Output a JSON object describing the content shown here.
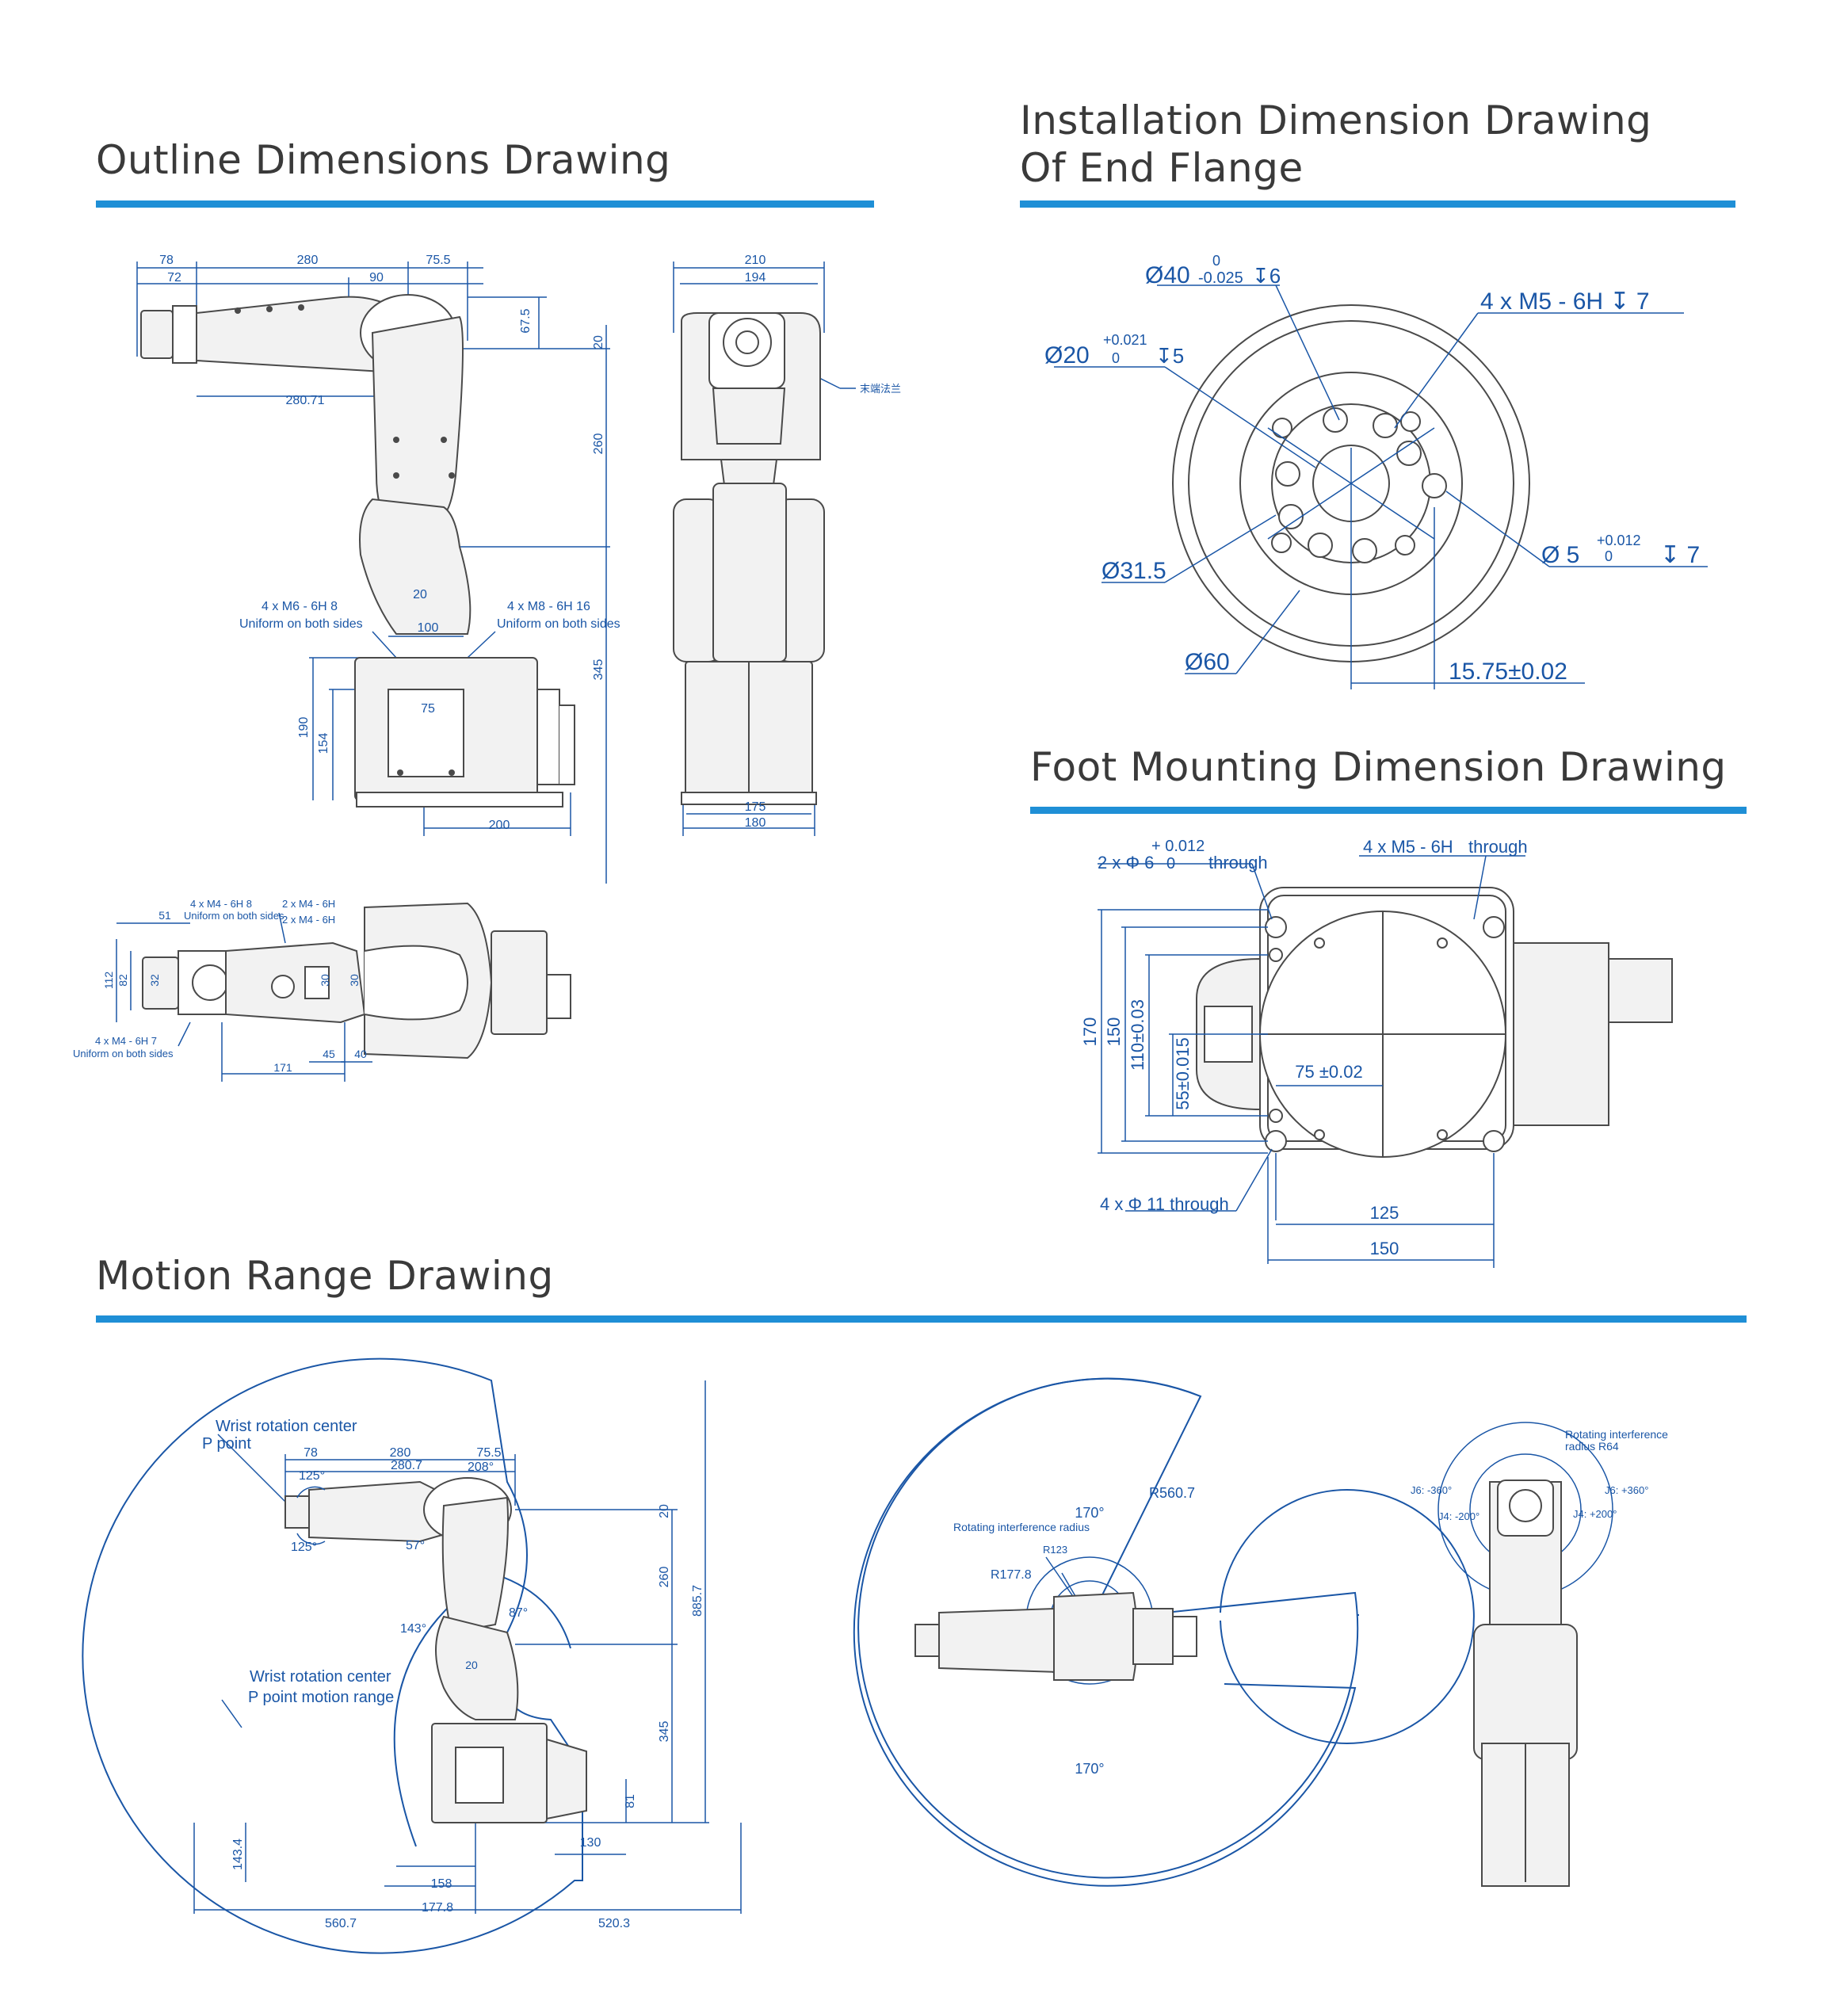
{
  "sections": {
    "outline": {
      "title": "Outline Dimensions Drawing",
      "front": {
        "top_dims": [
          "78",
          "280",
          "75.5",
          "72",
          "90"
        ],
        "right_dims": [
          "67.5",
          "20",
          "260",
          "345"
        ],
        "misc": [
          "280.71",
          "20",
          "100",
          "75"
        ],
        "left_dims": [
          "190",
          "154"
        ],
        "bottom_dims": [
          "200"
        ],
        "note_left_1": "4 x M6 - 6H   8",
        "note_left_2": "Uniform on both sides",
        "note_right_1": "4 x M8 - 6H   16",
        "note_right_2": "Uniform on both sides"
      },
      "side": {
        "top_dims": [
          "210",
          "194"
        ],
        "bottom_dims": [
          "175",
          "180"
        ],
        "flange_label": "末端法兰"
      },
      "top_view": {
        "note_a1": "4 x M4 - 6H   8",
        "note_a2": "Uniform on both sides",
        "note_b1": "2 x M4 - 6H",
        "note_b2": "2 x M4 - 6H",
        "note_c1": "4 x M4 - 6H   7",
        "note_c2": "Uniform on both sides",
        "dims": [
          "51",
          "112",
          "82",
          "32",
          "30",
          "30",
          "171",
          "45",
          "40"
        ]
      }
    },
    "flange": {
      "title_line1": "Installation Dimension Drawing",
      "title_line2": "Of End Flange",
      "d40": "Ø40",
      "d40_tol_upper": "0",
      "d40_tol_lower": "-0.025",
      "d40_depth": "↧6",
      "d20": "Ø20",
      "d20_tol_upper": "+0.021",
      "d20_tol_lower": "0",
      "d20_depth": "↧5",
      "m5": "4 x  M5 - 6H ↧ 7",
      "d31": "Ø31.5",
      "d5": "Ø 5",
      "d5_tol_upper": "+0.012",
      "d5_tol_lower": "0",
      "d5_depth": "↧ 7",
      "d60": "Ø60",
      "off": "15.75±0.02"
    },
    "foot": {
      "title": "Foot Mounting Dimension Drawing",
      "pin_label": "2 x Φ 6",
      "pin_tol_upper": "+ 0.012",
      "pin_tol_lower": "0",
      "pin_through": "through",
      "m5_label": "4 x  M5 - 6H",
      "m5_through": "through",
      "dims_v": [
        "170",
        "150",
        "110±0.03",
        "55±0.015"
      ],
      "dim_mid": "75 ±0.02",
      "hole_note": "4 x Φ  11 through",
      "dims_h": [
        "125",
        "150"
      ]
    },
    "motion": {
      "title": "Motion Range Drawing",
      "wrist_center_1": "Wrist rotation center",
      "wrist_center_2": "P point",
      "wrist_range_1": "Wrist rotation center",
      "wrist_range_2": "P point motion range",
      "side_top_dims": [
        "78",
        "280",
        "75.5",
        "280.7"
      ],
      "angles": [
        "125°",
        "208°",
        "125°",
        "57°",
        "143°",
        "87°"
      ],
      "right_dims": [
        "20",
        "260",
        "885.7",
        "345",
        "81"
      ],
      "small": "20",
      "bottom_dims": [
        "158",
        "177.8",
        "560.7",
        "520.3",
        "130",
        "143.4"
      ],
      "top_view_labels": [
        "170°",
        "R560.7",
        "Rotating interference radius",
        "R123",
        "R177.8",
        "170°"
      ],
      "end_view_labels": [
        "Rotating interference",
        "radius R64",
        "J6: -360°",
        "J6: +360°",
        "J4: -200°",
        "J4: +200°"
      ]
    }
  }
}
